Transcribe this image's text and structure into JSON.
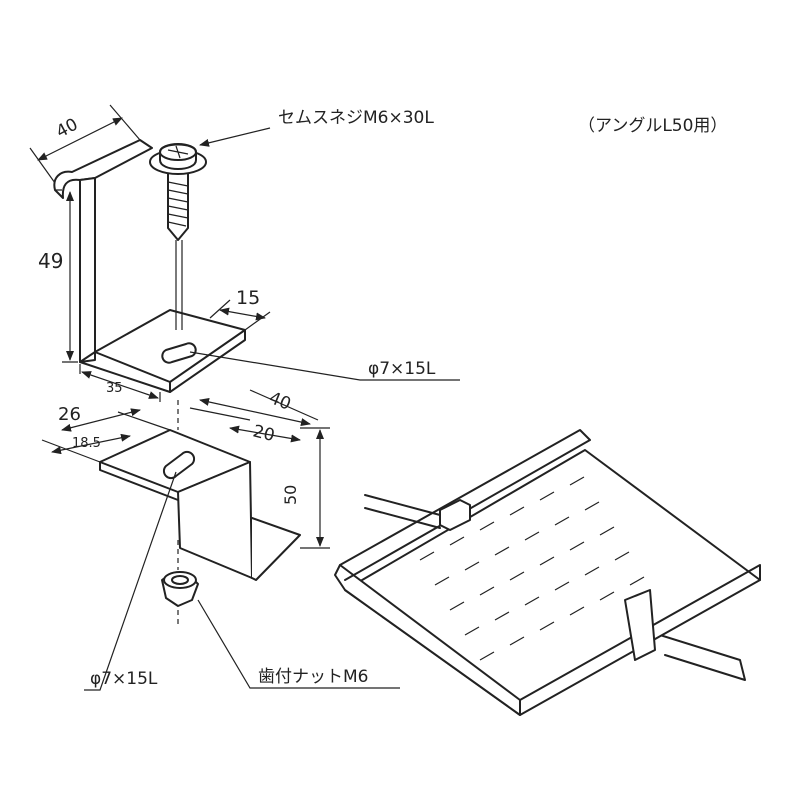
{
  "note": "（アングルL50用）",
  "parts": {
    "screw": "セムスネジM6×30L",
    "nut": "歯付ナットM6"
  },
  "dimensions": {
    "upper_width": "40",
    "upper_height": "49",
    "upper_tab": "15",
    "upper_depth": "35",
    "upper_slot": "φ7×15L",
    "lower_width_26": "26",
    "lower_width_185": "18.5",
    "lower_top_40": "40",
    "lower_top_20": "20",
    "lower_height": "50",
    "lower_slot": "φ7×15L"
  }
}
